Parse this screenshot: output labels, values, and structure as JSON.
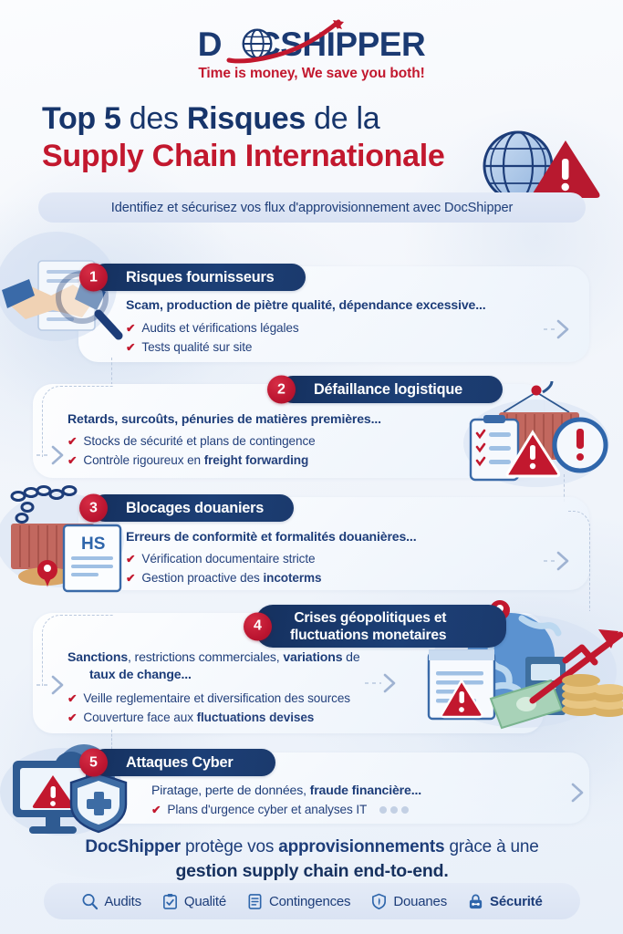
{
  "brand": {
    "logo_text_part1": "D",
    "logo_text_part2": "CSHIPPER",
    "tagline": "Time is money, We save you both!",
    "navy": "#1b3a72",
    "red": "#c2182e"
  },
  "title": {
    "line1_a": "Top 5",
    "line1_b": " des ",
    "line1_c": "Risques",
    "line1_d": " de la",
    "line2": "Supply Chain Internationale"
  },
  "subtitle": {
    "text": "Identifiez et sécurisez vos flux d'approvisionnement avec DocShipper"
  },
  "risks": [
    {
      "number": "1",
      "title": "Risques fournisseurs",
      "description_bold_1": "Scam, production de piètre qualité, dépendance excessive...",
      "bullets": [
        {
          "text": "Audits et vérifications légales"
        },
        {
          "text": "Tests qualité sur site"
        }
      ],
      "illustration": "handshake-magnifier-icon"
    },
    {
      "number": "2",
      "title": "Défaillance logistique",
      "description_bold_1": "Retards, surcoûts, pénuries de matières premières...",
      "bullets": [
        {
          "text": "Stocks de sécurité et plans de contingence"
        },
        {
          "text_normal": "Contròle rigoureux en ",
          "text_bold": "freight forwarding"
        }
      ],
      "illustration": "container-clipboard-clock-icon"
    },
    {
      "number": "3",
      "title": "Blocages douaniers",
      "description_bold_1": "Erreurs de conformitè et formalités douanières...",
      "bullets": [
        {
          "text": "Vérification documentaire stricte"
        },
        {
          "text_normal": "Gestion proactive des ",
          "text_bold": "incoterms"
        }
      ],
      "illustration": "container-chains-hs-document-icon"
    },
    {
      "number": "4",
      "title": "Crises géopolitiques et\nfluctuations monetaires",
      "description_bold_1": "Sanctions",
      "description_normal_1": ", restrictions commerciales, ",
      "description_bold_2": "variations",
      "description_normal_2": " de",
      "description_bold_3": "taux de change...",
      "bullets": [
        {
          "text": "Veille reglementaire et diversification des sources"
        },
        {
          "text_normal": "Couverture face aux ",
          "text_bold": "fluctuations devises"
        }
      ],
      "illustration": "globe-money-chart-icon"
    },
    {
      "number": "5",
      "title": "Attaques Cyber",
      "description_normal_1": "Piratage, perte de données, ",
      "description_bold_1": "fraude financière...",
      "bullets": [
        {
          "text": "Plans d'urgence cyber et analyses IT",
          "has_dots": true
        }
      ],
      "illustration": "monitor-warning-shield-icon"
    }
  ],
  "conclusion": {
    "line1_bold_1": "DocShipper",
    "line1_normal_1": " protège vos ",
    "line1_bold_2": "approvisionnements",
    "line1_normal_2": " gràce à une",
    "line2": "gestion supply chain end-to-end."
  },
  "footer_tags": [
    {
      "label": "Audits",
      "icon": "magnifier-icon"
    },
    {
      "label": "Qualité",
      "icon": "clipboard-check-icon"
    },
    {
      "label": "Contingences",
      "icon": "document-lines-icon"
    },
    {
      "label": "Douanes",
      "icon": "shield-icon"
    },
    {
      "label": "Sécurité",
      "icon": "lock-icon",
      "accent": true
    }
  ]
}
